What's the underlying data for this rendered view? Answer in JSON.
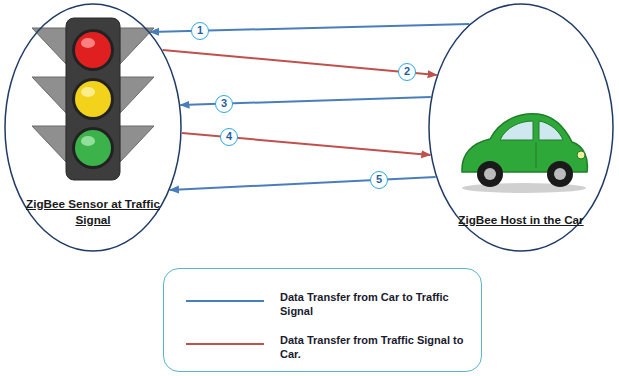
{
  "diagram": {
    "nodes": [
      {
        "text": [
          "ZigBee Sensor at Traffic Signal"
        ]
      },
      {
        "text": [
          "ZigBee Host in the Car"
        ]
      }
    ],
    "edges": [
      {
        "from": 1,
        "to": 0,
        "arrow": "to",
        "label": "1"
      },
      {
        "from": 0,
        "to": 1,
        "arrow": "to",
        "label": "2"
      },
      {
        "from": 1,
        "to": 0,
        "arrow": "to",
        "label": "3"
      },
      {
        "from": 0,
        "to": 1,
        "arrow": "to",
        "label": "4"
      },
      {
        "from": 1,
        "to": 0,
        "arrow": "to",
        "label": "5"
      }
    ],
    "legend": [
      {
        "text": "Data Transfer from Car to Traffic Signal"
      },
      {
        "text": "Data Transfer from Traffic Signal to Car."
      }
    ]
  }
}
